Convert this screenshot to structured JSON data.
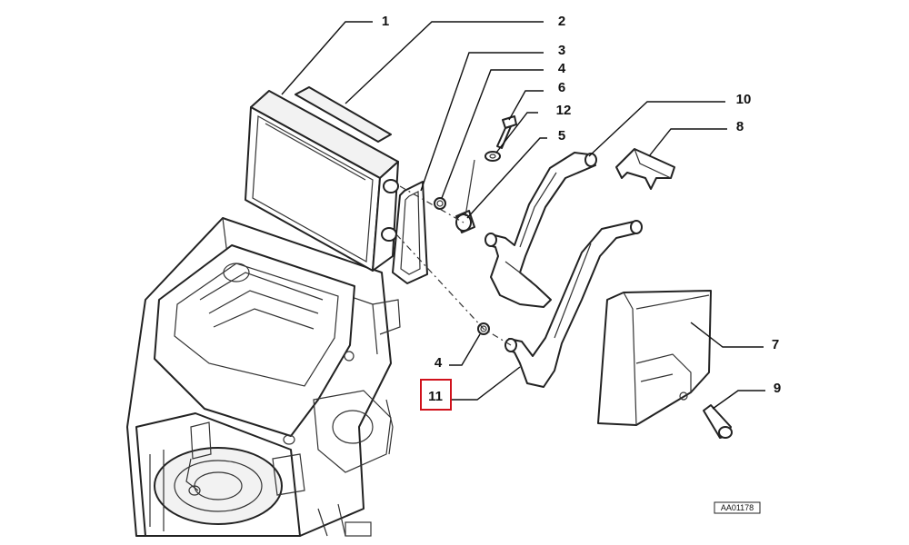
{
  "callouts": [
    {
      "id": "c1",
      "text": "1"
    },
    {
      "id": "c2",
      "text": "2"
    },
    {
      "id": "c3",
      "text": "3"
    },
    {
      "id": "c4a",
      "text": "4"
    },
    {
      "id": "c6",
      "text": "6"
    },
    {
      "id": "c12",
      "text": "12"
    },
    {
      "id": "c5",
      "text": "5"
    },
    {
      "id": "c10",
      "text": "10"
    },
    {
      "id": "c8",
      "text": "8"
    },
    {
      "id": "c7",
      "text": "7"
    },
    {
      "id": "c9",
      "text": "9"
    },
    {
      "id": "c4b",
      "text": "4"
    },
    {
      "id": "c11",
      "text": "11"
    }
  ],
  "highlight": {
    "callout": "11",
    "color": "#d0111b"
  },
  "reference_code": "AA01178"
}
